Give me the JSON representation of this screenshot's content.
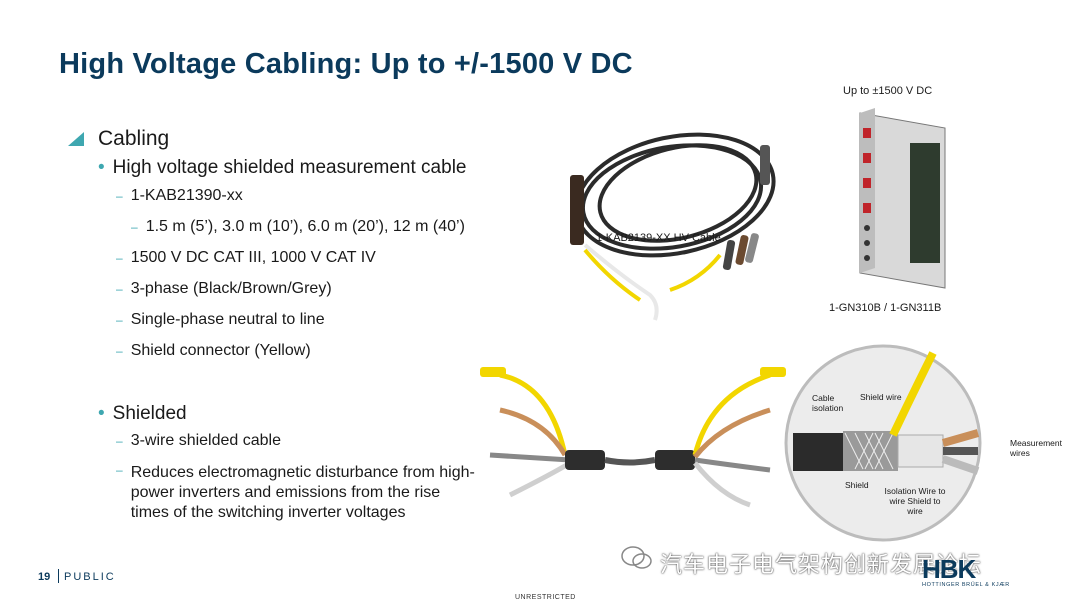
{
  "title": "High Voltage Cabling: Up to +/-1500 V DC",
  "content": {
    "section1": "Cabling",
    "bullet1": "High voltage shielded measurement cable",
    "b1_items": {
      "part": "1-KAB21390-xx",
      "lengths": "1.5 m (5’), 3.0 m (10’), 6.0 m (20’), 12 m (40’)",
      "rating": "1500 V DC CAT III, 1000 V CAT IV",
      "phase3": "3-phase (Black/Brown/Grey)",
      "phase1": "Single-phase neutral to line",
      "shield_conn": "Shield connector (Yellow)"
    },
    "bullet2": "Shielded",
    "b2_items": {
      "wire": "3-wire shielded cable",
      "reduces": "Reduces electromagnetic disturbance from high-power inverters and emissions from the rise times of the switching inverter voltages"
    }
  },
  "images": {
    "cable_label": "1-KAB2139-XX HV Cable",
    "card_top_label": "Up to ±1500 V DC",
    "card_bottom_label": "1-GN310B / 1-GN311B",
    "callouts": {
      "cable_isolation": "Cable isolation",
      "shield_wire": "Shield wire",
      "measurement_wires": "Measurement wires",
      "shield": "Shield",
      "isolation": "Isolation Wire to wire Shield to wire"
    }
  },
  "footer": {
    "page_number": "19",
    "classification": "PUBLIC",
    "unrestricted": "UNRESTRICTED",
    "watermark": "汽车电子电气架构创新发展论坛",
    "logo": "HBK",
    "logo_sub": "HOTTINGER BRÜEL & KJÆR"
  },
  "colors": {
    "title": "#0b3a5c",
    "accent": "#3ea7b0",
    "yellow": "#f2d600"
  }
}
